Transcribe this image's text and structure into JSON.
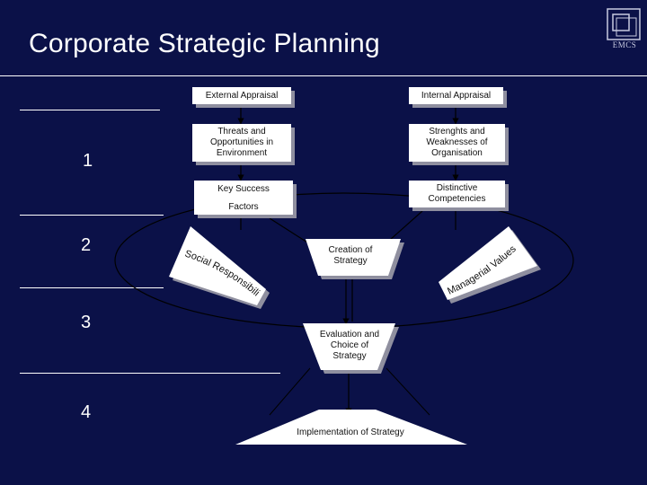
{
  "slide": {
    "title": "Corporate Strategic Planning",
    "logo_text": "EMCS",
    "side_numbers": [
      "1",
      "2",
      "3",
      "4"
    ]
  },
  "boxes": {
    "external_appraisal": "External Appraisal",
    "internal_appraisal": "Internal Appraisal",
    "threats": "Threats and Opportunities in Environment",
    "strengths": "Strenghts and Weaknesses of Organisation",
    "key_success_line1": "Key Success",
    "key_success_line2": "Factors",
    "distinctive": "Distinctive Competencies"
  },
  "shapes": {
    "creation_line1": "Creation of",
    "creation_line2": "Strategy",
    "evaluation_line1": "Evaluation and",
    "evaluation_line2": "Choice of",
    "evaluation_line3": "Strategy",
    "implementation": "Implementation of Strategy",
    "social_responsibility": "Social Responsibility",
    "managerial_values": "Managerial Values"
  },
  "colors": {
    "background": "#0b1148",
    "box_fill": "#ffffff",
    "shadow": "#8f8f9f",
    "lines": "#000000"
  }
}
